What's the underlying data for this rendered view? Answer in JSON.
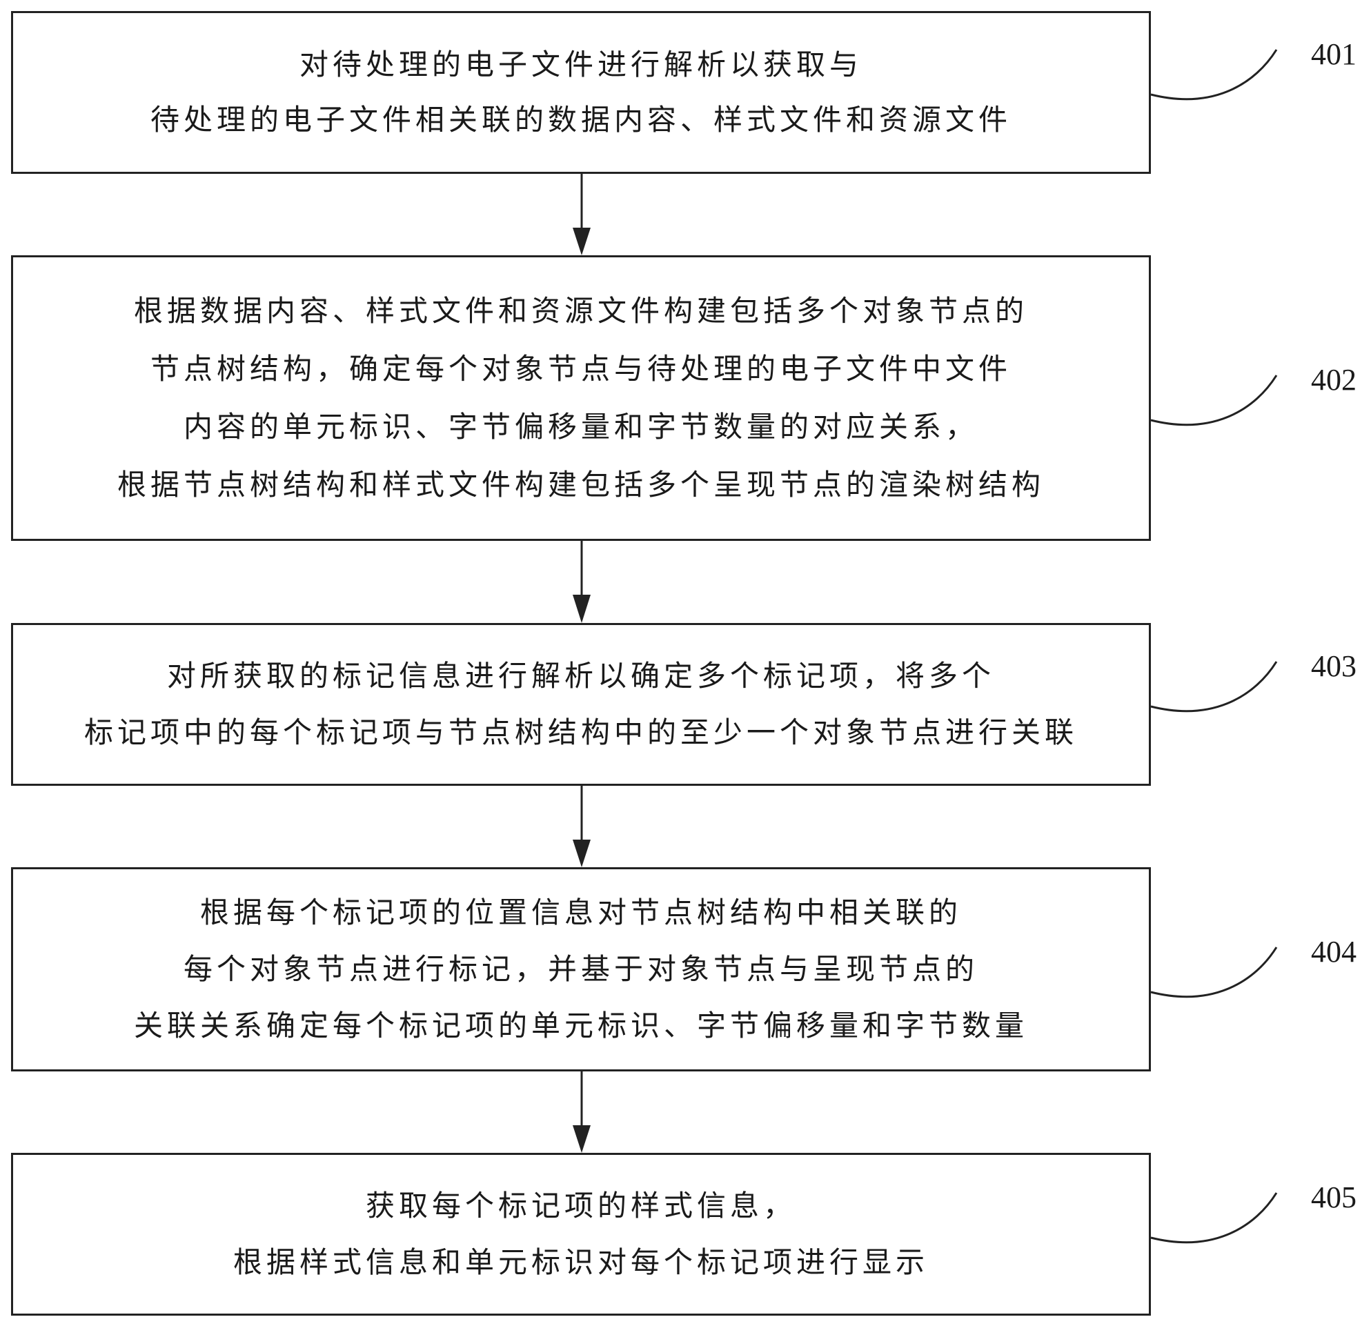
{
  "steps": [
    {
      "id": "401",
      "lines": [
        "对待处理的电子文件进行解析以获取与",
        "待处理的电子文件相关联的数据内容、样式文件和资源文件"
      ]
    },
    {
      "id": "402",
      "lines": [
        "根据数据内容、样式文件和资源文件构建包括多个对象节点的",
        "节点树结构，确定每个对象节点与待处理的电子文件中文件",
        "内容的单元标识、字节偏移量和字节数量的对应关系，",
        "根据节点树结构和样式文件构建包括多个呈现节点的渲染树结构"
      ]
    },
    {
      "id": "403",
      "lines": [
        "对所获取的标记信息进行解析以确定多个标记项，将多个",
        "标记项中的每个标记项与节点树结构中的至少一个对象节点进行关联"
      ]
    },
    {
      "id": "404",
      "lines": [
        "根据每个标记项的位置信息对节点树结构中相关联的",
        "每个对象节点进行标记，并基于对象节点与呈现节点的",
        "关联关系确定每个标记项的单元标识、字节偏移量和字节数量"
      ]
    },
    {
      "id": "405",
      "lines": [
        "获取每个标记项的样式信息，",
        "根据样式信息和单元标识对每个标记项进行显示"
      ]
    }
  ]
}
